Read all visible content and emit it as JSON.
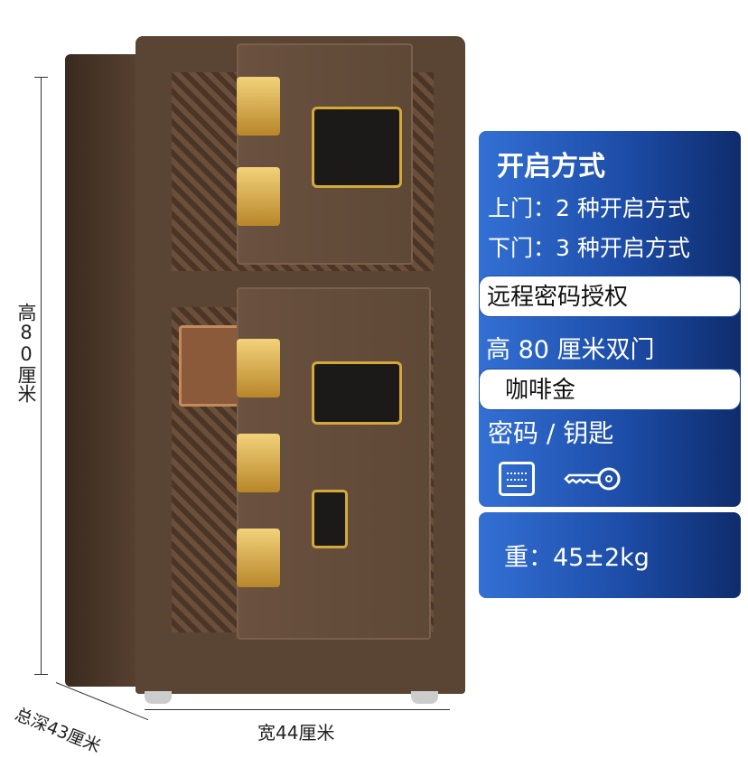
{
  "dimensions": {
    "height": "高80厘米",
    "width": "宽44厘米",
    "depth": "总深43厘米"
  },
  "panel": {
    "title": "开启方式",
    "upper_door": "上门：2 种开启方式",
    "lower_door": "下门：3 种开启方式",
    "remote": "远程密码授权",
    "size": "高 80 厘米双门",
    "color": "咖啡金",
    "modes": "密码 / 钥匙",
    "icons": [
      "keypad-icon",
      "key-icon"
    ],
    "weight": "重：45±2kg"
  },
  "colors": {
    "safe_body": "#4f3b2c",
    "gold": "#d4a93a",
    "panel_blue": "#1d4da8"
  }
}
